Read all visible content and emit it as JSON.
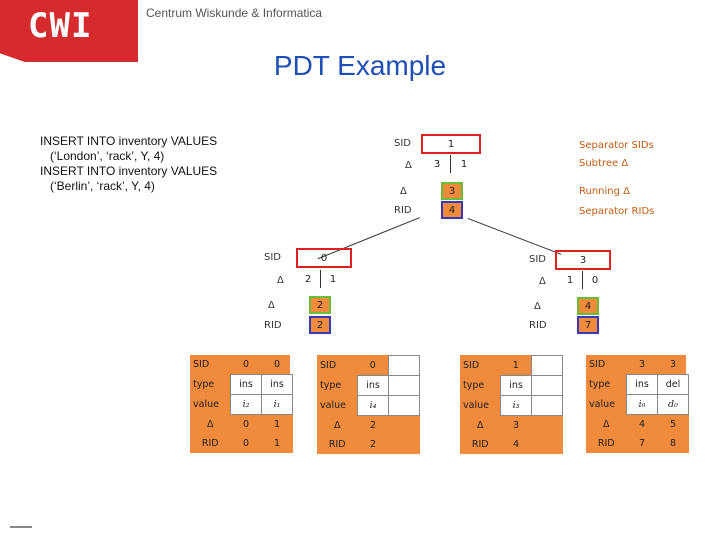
{
  "header": {
    "logo_text": "CWI",
    "org_name": "Centrum Wiskunde & Informatica"
  },
  "title": "PDT Example",
  "sql": [
    "INSERT INTO inventory VALUES",
    "   (‘London’, ‘rack’, Y, 4)",
    "INSERT INTO inventory VALUES",
    "   (‘Berlin’, ‘rack’, Y, 4)"
  ],
  "legend": {
    "separator_sids": "Separator SIDs",
    "subtree_delta": "Subtree Δ",
    "running_delta": "Running Δ",
    "separator_rids": "Separator RIDs"
  },
  "labels": {
    "sid": "SID",
    "delta": "Δ",
    "rid": "RID",
    "type": "type",
    "value": "value"
  },
  "root": {
    "sid": "1",
    "subtree": [
      "3",
      "1"
    ],
    "running": "3",
    "rid": "4"
  },
  "left_node": {
    "sid": "0",
    "subtree": [
      "2",
      "1"
    ],
    "running": "2",
    "rid": "2"
  },
  "right_node": {
    "sid": "3",
    "subtree": [
      "1",
      "0"
    ],
    "running": "4",
    "rid": "7"
  },
  "leaves": [
    {
      "sid": [
        "0",
        "0"
      ],
      "type": [
        "ins",
        "ins"
      ],
      "value": [
        "i₂",
        "i₁"
      ],
      "delta": [
        "0",
        "1"
      ],
      "rid": [
        "0",
        "1"
      ]
    },
    {
      "sid": [
        "0",
        ""
      ],
      "type": [
        "ins",
        ""
      ],
      "value": [
        "i₄",
        ""
      ],
      "delta": [
        "2",
        ""
      ],
      "rid": [
        "2",
        ""
      ]
    },
    {
      "sid": [
        "1",
        ""
      ],
      "type": [
        "ins",
        ""
      ],
      "value": [
        "i₃",
        ""
      ],
      "delta": [
        "3",
        ""
      ],
      "rid": [
        "4",
        ""
      ]
    },
    {
      "sid": [
        "3",
        "3"
      ],
      "type": [
        "ins",
        "del"
      ],
      "value": [
        "i₀",
        "d₀"
      ],
      "delta": [
        "4",
        "5"
      ],
      "rid": [
        "7",
        "8"
      ]
    }
  ]
}
